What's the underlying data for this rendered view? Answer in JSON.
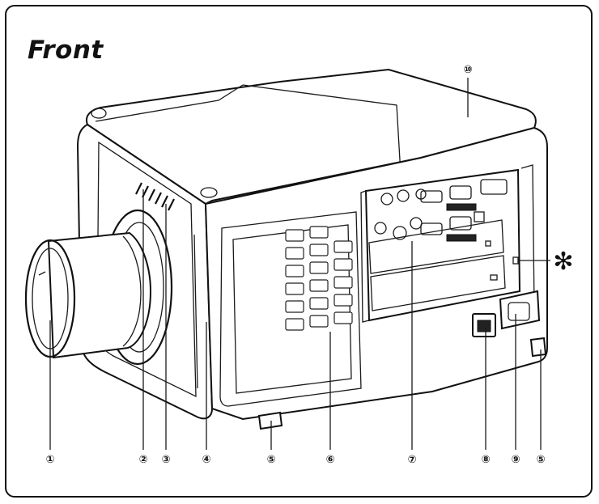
{
  "heading": "Front",
  "callouts": [
    {
      "id": "c1",
      "label": "①"
    },
    {
      "id": "c2",
      "label": "②"
    },
    {
      "id": "c3",
      "label": "③"
    },
    {
      "id": "c4",
      "label": "④"
    },
    {
      "id": "c5a",
      "label": "⑤"
    },
    {
      "id": "c6",
      "label": "⑥"
    },
    {
      "id": "c7",
      "label": "⑦"
    },
    {
      "id": "c8",
      "label": "⑧"
    },
    {
      "id": "c9",
      "label": "⑨"
    },
    {
      "id": "c5b",
      "label": "⑤"
    },
    {
      "id": "c10",
      "label": "⑩"
    }
  ],
  "asterisk": "✻",
  "colors": {
    "ink": "#111111",
    "background": "#ffffff"
  }
}
